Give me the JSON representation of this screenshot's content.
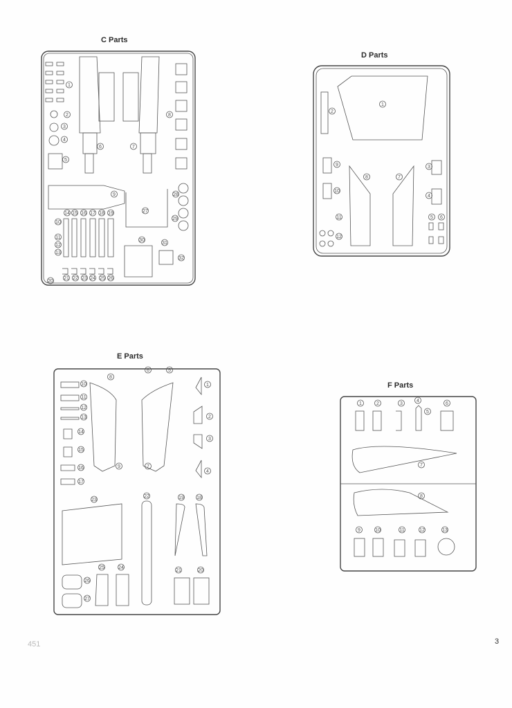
{
  "sheets": {
    "C": {
      "title": "C   Parts",
      "labels": [
        "1",
        "2",
        "3",
        "4",
        "5",
        "6",
        "7",
        "8",
        "9",
        "10",
        "11",
        "12",
        "13",
        "14",
        "15",
        "16",
        "17",
        "18",
        "19",
        "20",
        "21",
        "22",
        "23",
        "24",
        "25",
        "26",
        "27",
        "28",
        "29",
        "30",
        "31",
        "32"
      ]
    },
    "D": {
      "title": "D   Parts",
      "labels": [
        "1",
        "2",
        "3",
        "4",
        "5",
        "6",
        "7",
        "8",
        "9",
        "10",
        "11",
        "12"
      ]
    },
    "E": {
      "title": "E   Parts",
      "labels": [
        "1",
        "2",
        "3",
        "4",
        "5",
        "6",
        "7",
        "8",
        "9",
        "10",
        "11",
        "12",
        "13",
        "14",
        "15",
        "16",
        "17",
        "18",
        "19",
        "20",
        "21",
        "22",
        "23",
        "24",
        "25",
        "26",
        "27"
      ]
    },
    "F": {
      "title": "F   Parts",
      "labels": [
        "1",
        "2",
        "3",
        "4",
        "5",
        "6",
        "7",
        "8",
        "9",
        "10",
        "11",
        "12",
        "13"
      ]
    }
  },
  "footer": {
    "left_page_number": "451",
    "right_page_number": "3"
  },
  "colors": {
    "ink": "#444444",
    "paper": "#fefefe"
  }
}
